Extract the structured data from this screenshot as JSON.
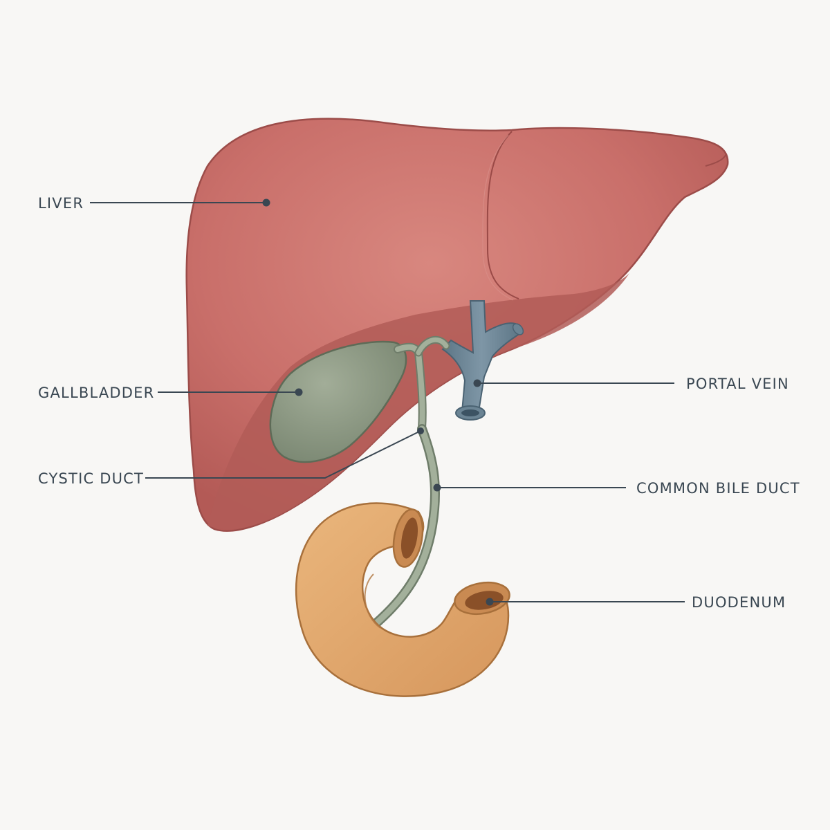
{
  "labels": {
    "liver": "LIVER",
    "gallbladder": "GALLBLADDER",
    "cystic_duct": "CYSTIC DUCT",
    "portal_vein": "PORTAL VEIN",
    "common_bile_duct": "COMMON BILE DUCT",
    "duodenum": "DUODENUM"
  },
  "colors": {
    "background": "#f8f7f5",
    "liver": "#c96f6a",
    "liver_shadow": "#b65c58",
    "gallbladder": "#8e9b85",
    "bile_duct": "#9fae98",
    "portal_vein": "#6b8494",
    "duodenum": "#e0a66c",
    "leader_line": "#3a4752"
  }
}
